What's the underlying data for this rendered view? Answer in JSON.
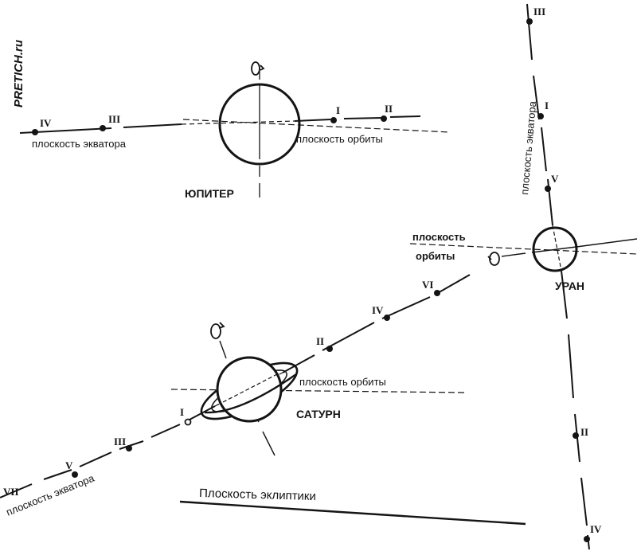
{
  "watermark": "PRETICH.ru",
  "colors": {
    "ink": "#141414",
    "background": "#ffffff"
  },
  "jupiter": {
    "name": "ЮПИТЕР",
    "equator_label": "плоскость экватора",
    "orbit_label": "плоскость орбиты",
    "moons": [
      "IV",
      "III",
      "I",
      "II"
    ]
  },
  "uranus": {
    "name": "УРАН",
    "equator_label": "плоскость экватора",
    "orbit_label_line1": "плоскость",
    "orbit_label_line2": "орбиты",
    "moons": [
      "III",
      "I",
      "V",
      "II",
      "IV"
    ]
  },
  "saturn": {
    "name": "САТУРН",
    "equator_label": "плоскость экватора",
    "orbit_label": "плоскость орбиты",
    "moons": [
      "VII",
      "V",
      "III",
      "I",
      "II",
      "IV",
      "VI"
    ]
  },
  "ecliptic_label": "Плоскость эклиптики"
}
